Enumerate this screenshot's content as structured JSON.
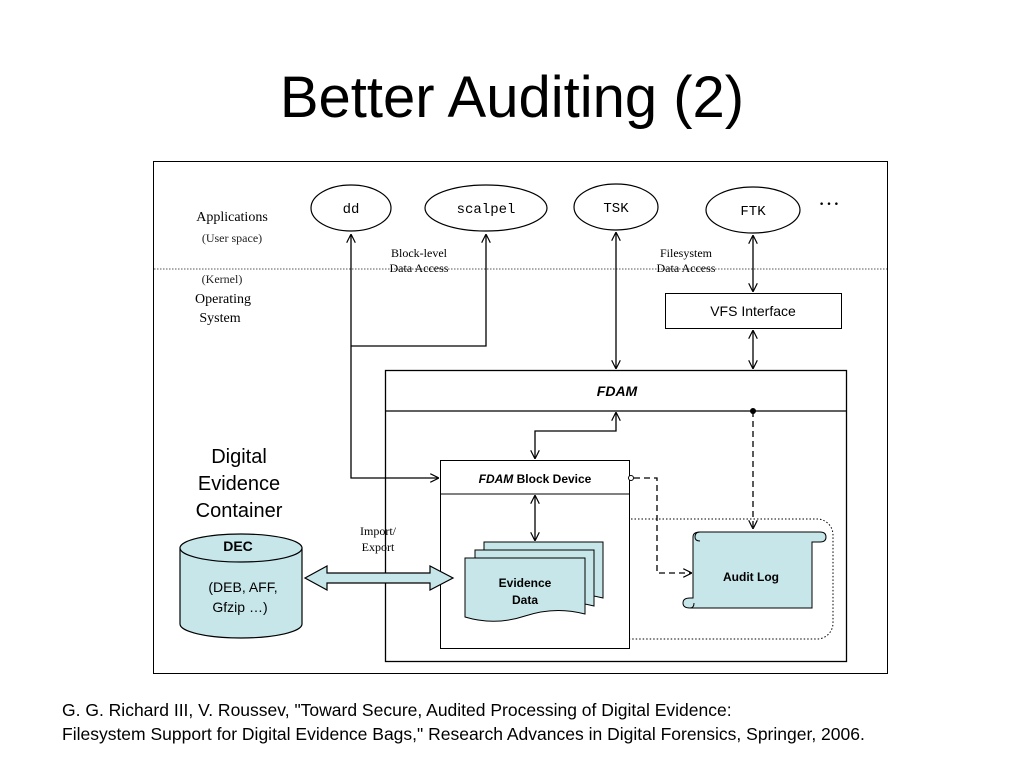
{
  "slide": {
    "title": "Better Auditing (2)"
  },
  "diagram": {
    "ellipsis": "…",
    "applications": {
      "label": "Applications",
      "sublabel": "(User space)"
    },
    "kernel": {
      "sublabel": "(Kernel)",
      "label_line1": "Operating",
      "label_line2": "System"
    },
    "apps": [
      {
        "id": "dd",
        "label": "dd"
      },
      {
        "id": "scalpel",
        "label": "scalpel"
      },
      {
        "id": "tsk",
        "label": "TSK"
      },
      {
        "id": "ftk",
        "label": "FTK"
      }
    ],
    "block_access": {
      "line1": "Block-level",
      "line2": "Data Access"
    },
    "fs_access": {
      "line1": "Filesystem",
      "line2": "Data Access"
    },
    "vfs": {
      "label": "VFS Interface"
    },
    "fdam": {
      "label": "FDAM"
    },
    "block_device": {
      "prefix": "FDAM",
      "label": "Block Device"
    },
    "evidence": {
      "line1": "Evidence",
      "line2": "Data"
    },
    "audit_log": {
      "label": "Audit Log"
    },
    "import_export": {
      "line1": "Import/",
      "line2": "Export"
    },
    "dec": {
      "heading_line1": "Digital",
      "heading_line2": "Evidence",
      "heading_line3": "Container",
      "label": "DEC",
      "formats_line1": "(DEB, AFF,",
      "formats_line2": "Gfzip …)"
    },
    "colors": {
      "fill": "#c7e6e9",
      "stroke": "#000000"
    }
  },
  "citation": {
    "line1": "G. G. Richard III, V. Roussev, \"Toward Secure, Audited Processing of Digital Evidence:",
    "line2": "Filesystem Support for Digital Evidence Bags,\" Research Advances in Digital Forensics, Springer, 2006."
  }
}
